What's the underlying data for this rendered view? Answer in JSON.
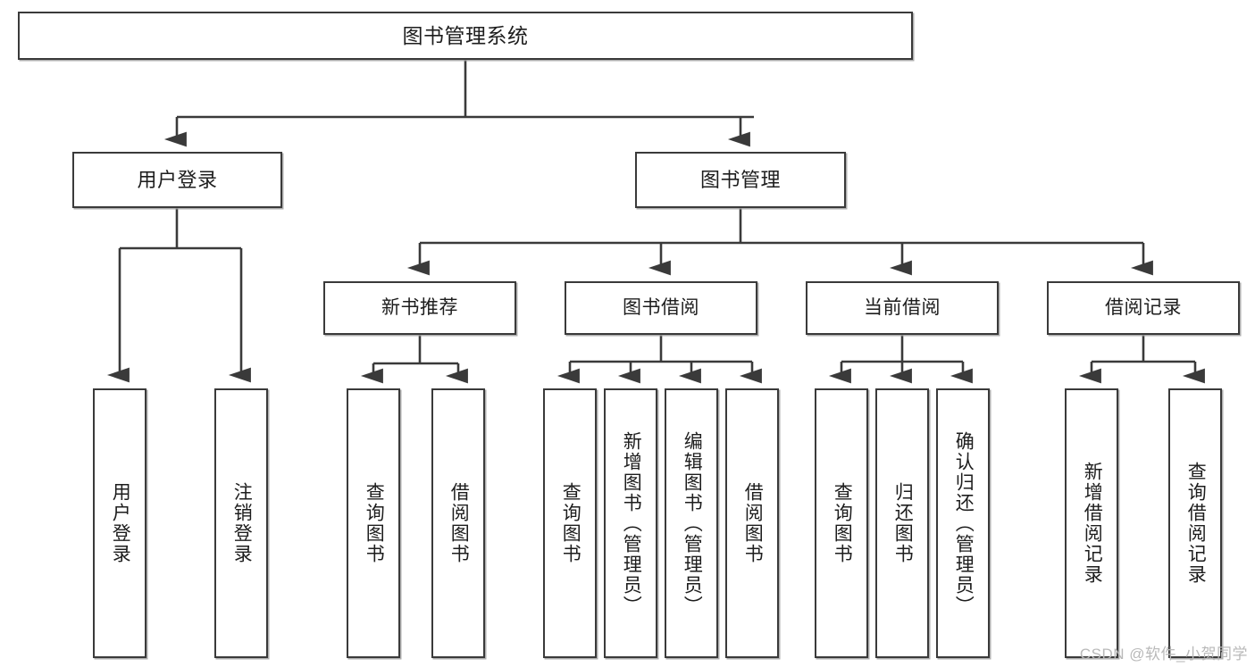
{
  "diagram": {
    "title": "图书管理系统",
    "type": "tree-hierarchy-diagram",
    "watermark": "CSDN @软件_小贺同学",
    "colors": {
      "background": "#ffffff",
      "box_border": "#3a3a3a",
      "box_fill": "#ffffff",
      "connector": "#3a3a3a",
      "text": "#1d1d1d",
      "watermark": "#b9b9b9"
    },
    "root": {
      "label": "图书管理系统"
    },
    "level2": [
      {
        "label": "用户登录"
      },
      {
        "label": "图书管理"
      }
    ],
    "level3": [
      {
        "label": "新书推荐"
      },
      {
        "label": "图书借阅"
      },
      {
        "label": "当前借阅"
      },
      {
        "label": "借阅记录"
      }
    ],
    "leaves": {
      "user_login": [
        {
          "label": "用户登录"
        },
        {
          "label": "注销登录"
        }
      ],
      "new_book_recommend": [
        {
          "label": "查询图书"
        },
        {
          "label": "借阅图书"
        }
      ],
      "book_borrow": [
        {
          "label": "查询图书"
        },
        {
          "label": "新增图书（管理员）"
        },
        {
          "label": "编辑图书（管理员）"
        },
        {
          "label": "借阅图书"
        }
      ],
      "current_borrow": [
        {
          "label": "查询图书"
        },
        {
          "label": "归还图书"
        },
        {
          "label": "确认归还（管理员）"
        }
      ],
      "borrow_record": [
        {
          "label": "新增借阅记录"
        },
        {
          "label": "查询借阅记录"
        }
      ]
    }
  }
}
